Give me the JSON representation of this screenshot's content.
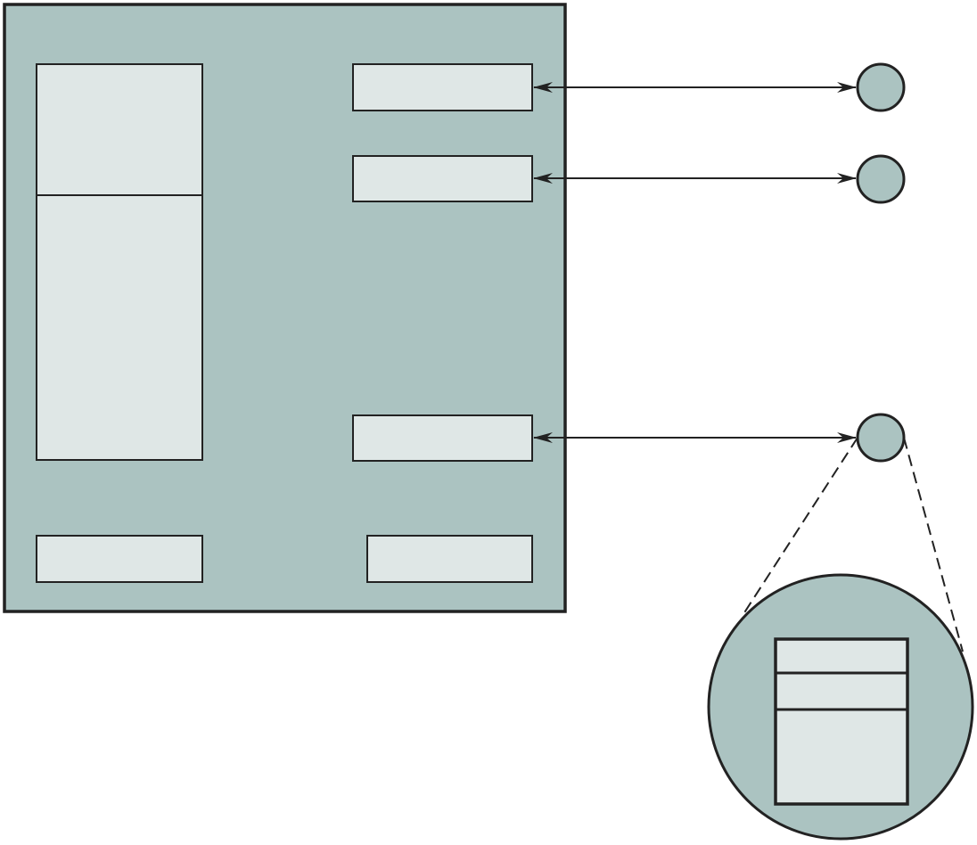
{
  "colors": {
    "background": "#ffffff",
    "container_fill": "#abc3c1",
    "box_fill": "#dfe7e6",
    "stroke": "#222222"
  },
  "main_panel": {
    "left_column": {
      "upper_section": "",
      "lower_section": ""
    },
    "right_column_boxes": [
      "",
      "",
      ""
    ],
    "bottom_boxes": [
      "",
      ""
    ]
  },
  "connectors": {
    "style": "double-headed-arrow",
    "count": 3
  },
  "nodes": {
    "count": 3
  },
  "magnified_view": {
    "source": "node-3",
    "style": "dashed-zoom-lines",
    "rows": [
      "",
      "",
      ""
    ]
  }
}
